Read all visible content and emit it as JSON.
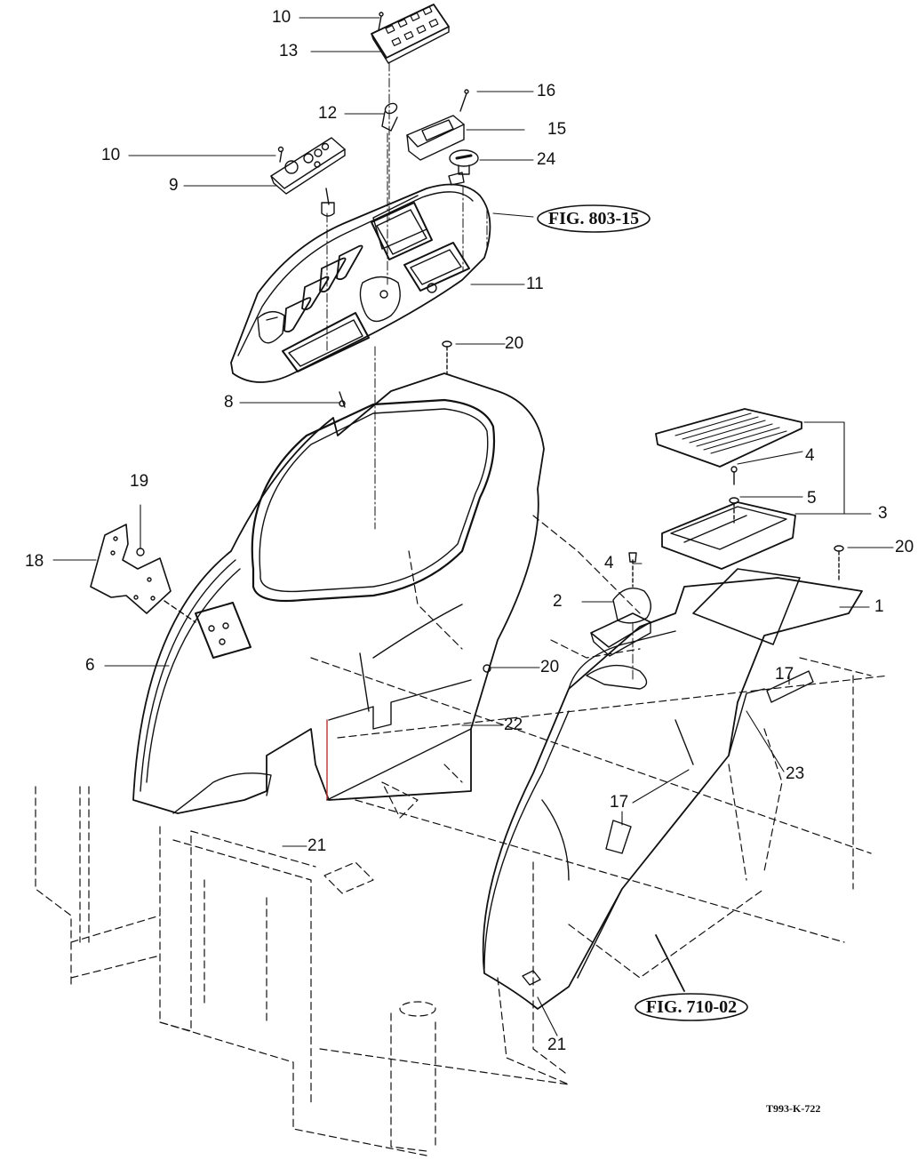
{
  "drawing": {
    "title": "Exploded parts diagram - operator station fenders and console",
    "drawing_code": "T993-K-722",
    "line_color": "#111111",
    "background": "#ffffff"
  },
  "callouts": [
    {
      "id": "c10a",
      "text": "10",
      "part": "screw"
    },
    {
      "id": "c13",
      "text": "13",
      "part": "switch panel"
    },
    {
      "id": "c16",
      "text": "16",
      "part": "screw"
    },
    {
      "id": "c12",
      "text": "12",
      "part": "socket"
    },
    {
      "id": "c15",
      "text": "15",
      "part": "cover"
    },
    {
      "id": "c10b",
      "text": "10",
      "part": "screw"
    },
    {
      "id": "c24",
      "text": "24",
      "part": "key switch"
    },
    {
      "id": "c9",
      "text": "9",
      "part": "control panel"
    },
    {
      "id": "c11",
      "text": "11",
      "part": "console"
    },
    {
      "id": "c20a",
      "text": "20",
      "part": "clip"
    },
    {
      "id": "c8",
      "text": "8",
      "part": "screw"
    },
    {
      "id": "c4a",
      "text": "4",
      "part": "screw"
    },
    {
      "id": "c5",
      "text": "5",
      "part": "washer"
    },
    {
      "id": "c3",
      "text": "3",
      "part": "tray assembly"
    },
    {
      "id": "c19",
      "text": "19",
      "part": "nut"
    },
    {
      "id": "c18",
      "text": "18",
      "part": "bracket"
    },
    {
      "id": "c20b",
      "text": "20",
      "part": "clip"
    },
    {
      "id": "c4b",
      "text": "4",
      "part": "screw"
    },
    {
      "id": "c2",
      "text": "2",
      "part": "cup holder"
    },
    {
      "id": "c1",
      "text": "1",
      "part": "right fender"
    },
    {
      "id": "c6",
      "text": "6",
      "part": "left fender"
    },
    {
      "id": "c20c",
      "text": "20",
      "part": "clip"
    },
    {
      "id": "c17a",
      "text": "17",
      "part": "seal"
    },
    {
      "id": "c22",
      "text": "22",
      "part": "seal"
    },
    {
      "id": "c23",
      "text": "23",
      "part": "seal"
    },
    {
      "id": "c17b",
      "text": "17",
      "part": "seal"
    },
    {
      "id": "c21a",
      "text": "21",
      "part": "pad"
    },
    {
      "id": "c21b",
      "text": "21",
      "part": "pad"
    }
  ],
  "references": [
    {
      "id": "r1",
      "text": "FIG. 803-15"
    },
    {
      "id": "r2",
      "text": "FIG. 710-02"
    }
  ]
}
